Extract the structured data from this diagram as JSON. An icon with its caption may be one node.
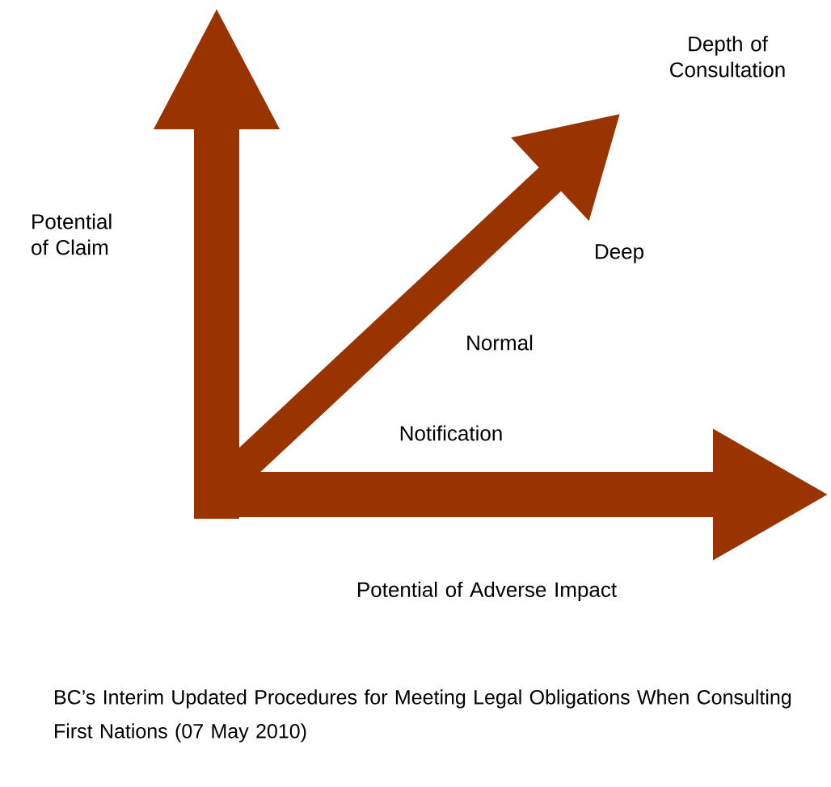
{
  "diagram": {
    "caption": "BC’s Interim Updated Procedures for Meeting Legal Obligations When Consulting First Nations (07 May 2010)",
    "labels": [
      "Depth of Consultation",
      "Potential of Claim",
      "Deep",
      "Normal",
      "Notification",
      "Potential of Adverse Impact"
    ]
  }
}
